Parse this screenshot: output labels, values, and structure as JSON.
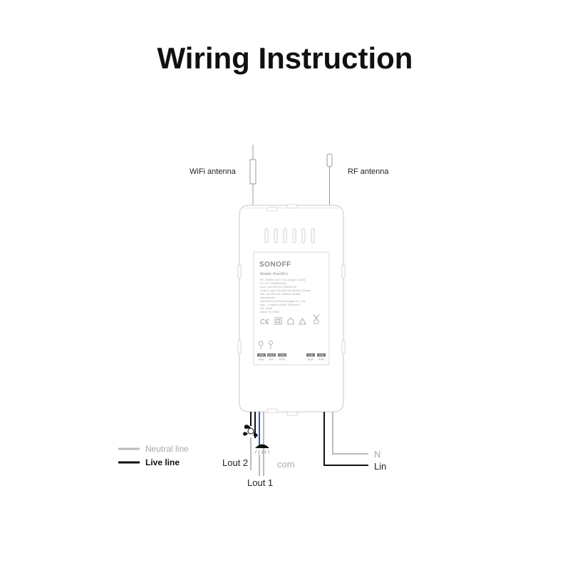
{
  "title": "Wiring Instruction",
  "antennas": {
    "wifi_label": "WiFi antenna",
    "rf_label": "RF antenna"
  },
  "label_sticker": {
    "brand": "SONOFF",
    "model": "Model: iFan04-L",
    "specs": [
      "RF: 433MHz     Wi-Fi: 802.11b/g/n 2.4GHz",
      "FCC ID: 2APN5IFAN04",
      "Input: 100-240V AC 50/60Hz 5A",
      "Output: Light: 100-240V AC 50/60Hz 2A Max",
      "Fan: 100-240V AC 50/60Hz 2A Max",
      "Manufacturer:",
      "Shenzhen Sonoff Technologies Co., Ltd.",
      "Add: ...Longhua District, Shenzhen",
      "GD, China",
      "MADE IN CHINA"
    ],
    "terminals": [
      {
        "name": "FAN",
        "color": "Black"
      },
      {
        "name": "LIGHT",
        "color": "Blue"
      },
      {
        "name": "COM",
        "color": "White"
      },
      {
        "name": "L IN",
        "color": "Black"
      },
      {
        "name": "N IN",
        "color": "White"
      }
    ]
  },
  "legend": {
    "neutral_label": "Neutral line",
    "live_label": "Live line",
    "neutral_color": "#bbbbbb",
    "live_color": "#111111"
  },
  "wires": {
    "lout2": "Lout 2",
    "com": "com",
    "lout1": "Lout 1",
    "n": "N",
    "lin": "Lin"
  },
  "icons": [
    "fan-icon",
    "light-icon"
  ]
}
